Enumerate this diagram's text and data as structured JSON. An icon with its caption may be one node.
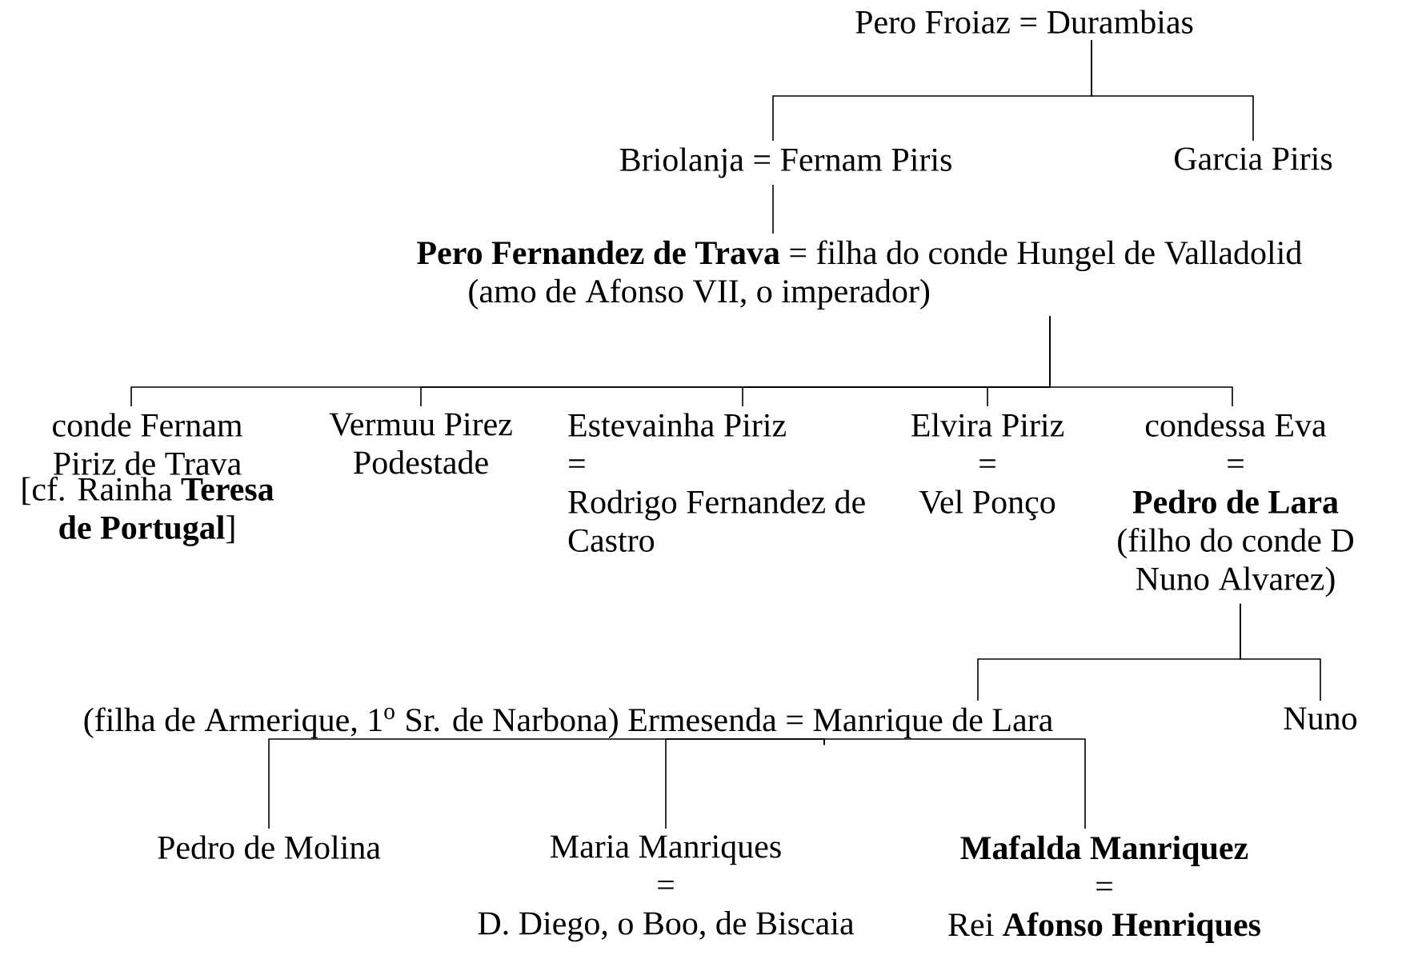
{
  "diagram": {
    "nodes": [
      {
        "text": [
          "Pero Froiaz = Durambias"
        ]
      },
      {
        "text": [
          "Briolanja = Fernam Piris"
        ]
      },
      {
        "text": [
          "Garcia Piris"
        ]
      },
      {
        "text": [
          "**Pero Fernandez de Trava** = filha do conde Hungel de Valladolid",
          "(amo de Afonso VII, o imperador)"
        ]
      },
      {
        "text": [
          "conde Fernam Piriz de Trava",
          "[cf. Rainha **Teresa de Portugal**]"
        ]
      },
      {
        "text": [
          "Vermuu Pirez Podestade"
        ]
      },
      {
        "text": [
          "Estevainha Piriz",
          "=",
          "Rodrigo Fernandez de Castro"
        ]
      },
      {
        "text": [
          "Elvira Piriz",
          "=",
          "Vel Ponço"
        ]
      },
      {
        "text": [
          "condessa Eva",
          "=",
          "**Pedro de Lara**",
          "(filho do conde D Nuno Alvarez)"
        ]
      },
      {
        "text": [
          "(filha de Armerique, 1$^{o}$ Sr. de Narbona) Ermesenda = Manrique de Lara"
        ]
      },
      {
        "text": [
          "Nuno"
        ]
      },
      {
        "text": [
          "Pedro de Molina"
        ]
      },
      {
        "text": [
          "Maria Manriques",
          "=",
          "D. Diego, o Boo, de Biscaia"
        ]
      },
      {
        "text": [
          "**Mafalda Manriquez**",
          "=",
          "Rei **Afonso Henriques**"
        ]
      }
    ],
    "edges": [
      {
        "from": 0,
        "to": 1,
        "arrow": "none"
      },
      {
        "from": 0,
        "to": 2,
        "arrow": "none"
      },
      {
        "from": 1,
        "to": 3,
        "arrow": "none"
      },
      {
        "from": 3,
        "to": 4,
        "arrow": "none"
      },
      {
        "from": 3,
        "to": 5,
        "arrow": "none"
      },
      {
        "from": 3,
        "to": 6,
        "arrow": "none"
      },
      {
        "from": 3,
        "to": 7,
        "arrow": "none"
      },
      {
        "from": 3,
        "to": 8,
        "arrow": "none"
      },
      {
        "from": 8,
        "to": 9,
        "arrow": "none"
      },
      {
        "from": 8,
        "to": 10,
        "arrow": "none"
      },
      {
        "from": 9,
        "to": 11,
        "arrow": "none"
      },
      {
        "from": 9,
        "to": 12,
        "arrow": "none"
      },
      {
        "from": 9,
        "to": 13,
        "arrow": "none"
      }
    ]
  }
}
